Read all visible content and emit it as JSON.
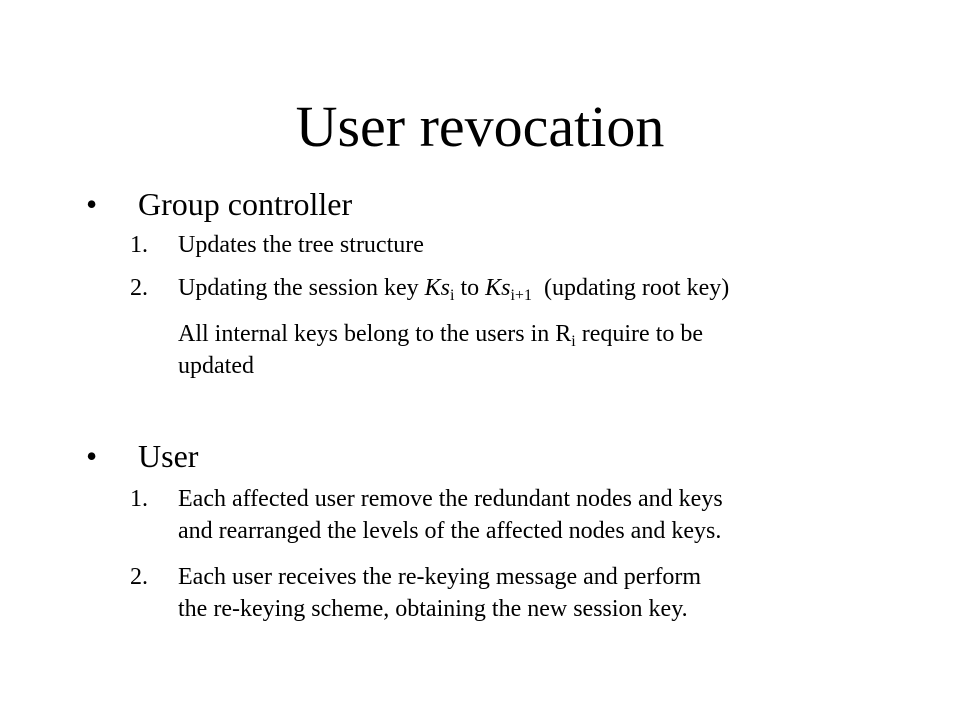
{
  "title": "User revocation",
  "sections": [
    {
      "bullet": "•",
      "label": "Group controller",
      "items": [
        {
          "num": "1.",
          "text": "Updates the tree structure"
        },
        {
          "num": "2.",
          "parts": {
            "a": "Updating the session key ",
            "ks1": "Ks",
            "sub1": "i",
            "b": " to ",
            "ks2": "Ks",
            "sub2": "i+1",
            "c": "  (updating root key)"
          }
        },
        {
          "num": "",
          "parts": {
            "a": "All internal keys belong to the users in R",
            "sub": "i",
            "b": " require to be",
            "line2": "updated"
          }
        }
      ]
    },
    {
      "bullet": "•",
      "label": "User",
      "items": [
        {
          "num": "1.",
          "line1": "Each affected user remove the redundant nodes and keys",
          "line2": "and rearranged the levels of the affected nodes and keys."
        },
        {
          "num": "2.",
          "line1": "Each user receives the re-keying message and perform",
          "line2": "the re-keying scheme, obtaining the new session key."
        }
      ]
    }
  ]
}
